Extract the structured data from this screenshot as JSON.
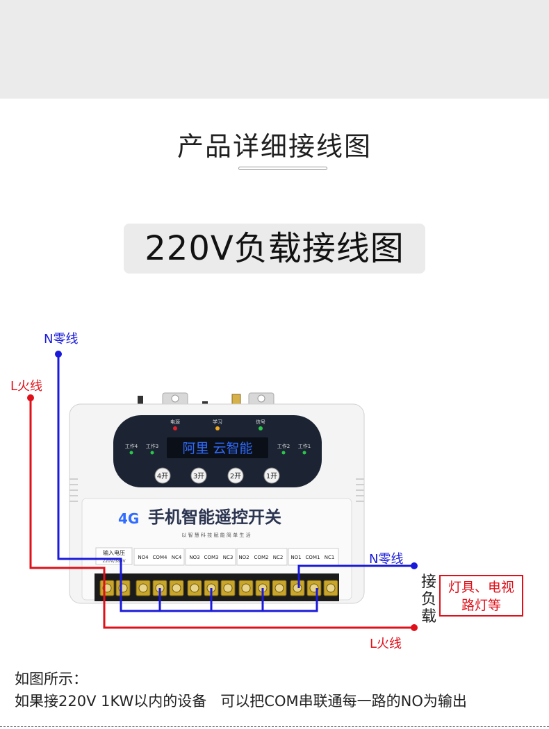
{
  "page": {
    "section_title": "产品详细接线图",
    "banner_title": "220V负载接线图"
  },
  "wires": {
    "n_label_top": "N零线",
    "l_label_top": "L火线",
    "n_label_right": "N零线",
    "l_label_right": "L火线"
  },
  "device": {
    "indicators": {
      "power": "电源",
      "learn": "学习",
      "signal": "信号"
    },
    "status_lights": [
      "工作4",
      "工作3",
      "工作2",
      "工作1"
    ],
    "display_text": "阿里 云智能",
    "buttons": [
      "4开",
      "3开",
      "2开",
      "1开"
    ],
    "badge": "4G",
    "product_name": "手机智能遥控开关",
    "slogan": "以 智 慧 科 技 赋 能 简 单 生 活",
    "input_label": "输入电压",
    "input_voltage": "220V/380V",
    "terminal_groups": [
      [
        "NO4",
        "COM4",
        "NC4"
      ],
      [
        "NO3",
        "COM3",
        "NC3"
      ],
      [
        "NO2",
        "COM2",
        "NC2"
      ],
      [
        "NO1",
        "COM1",
        "NC1"
      ]
    ]
  },
  "load": {
    "vertical_label": "接负载",
    "box_line1": "灯具、电视",
    "box_line2": "路灯等"
  },
  "notes": {
    "line1": "如图所示：",
    "line2": "如果接220V 1KW以内的设备   可以把COM串联通每一路的NO为输出"
  },
  "colors": {
    "live": "#e0101a",
    "neutral": "#1a1adb",
    "panel": "#1c2433",
    "display_text": "#2f6cff"
  }
}
